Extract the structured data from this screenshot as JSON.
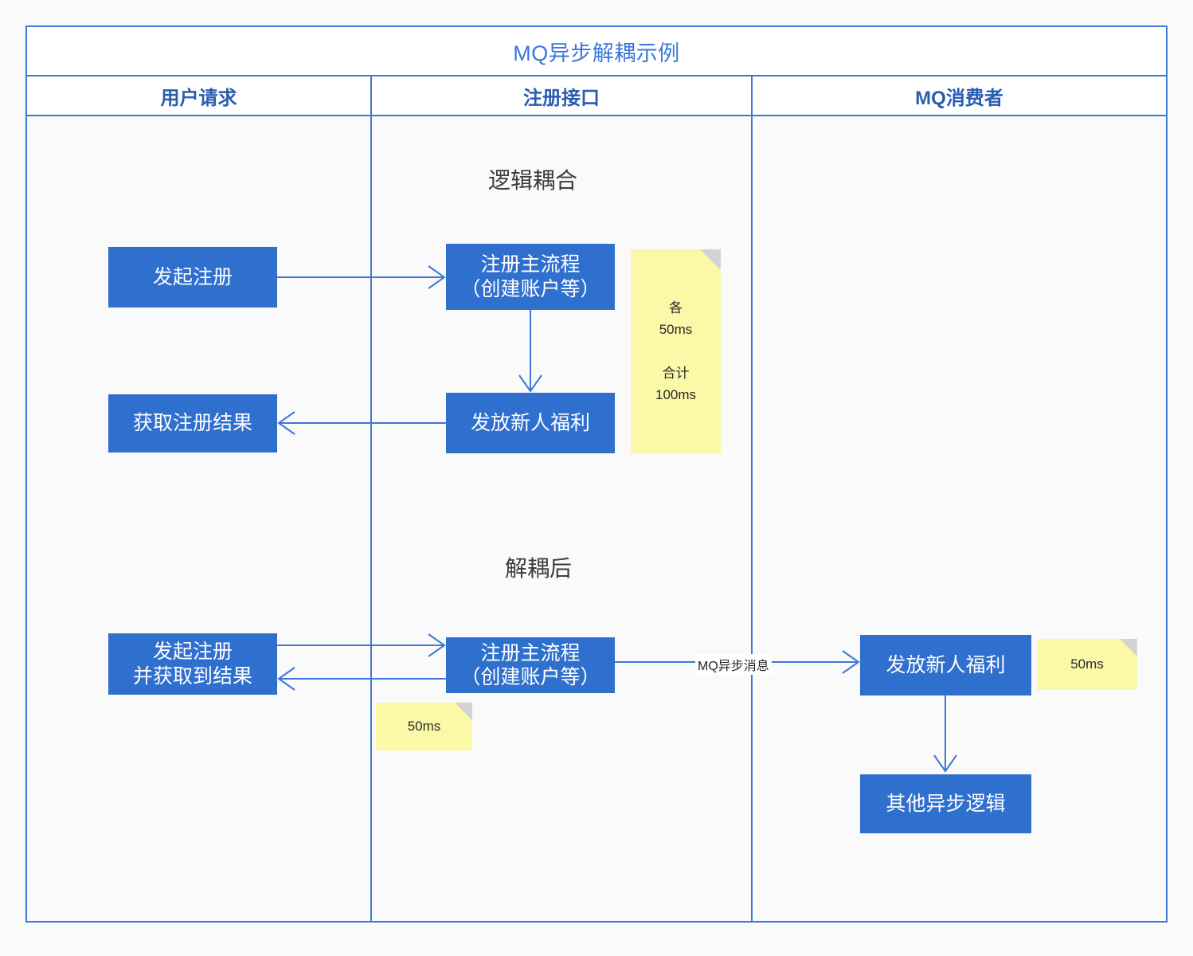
{
  "diagram": {
    "title": "MQ异步解耦示例",
    "lanes": [
      {
        "id": "user",
        "label": "用户请求"
      },
      {
        "id": "api",
        "label": "注册接口"
      },
      {
        "id": "mq",
        "label": "MQ消费者"
      }
    ],
    "sections": [
      {
        "id": "coupled",
        "label": "逻辑耦合"
      },
      {
        "id": "decoupled",
        "label": "解耦后"
      }
    ],
    "nodes": [
      {
        "id": "n1",
        "lane": "user",
        "section": "coupled",
        "label": "发起注册"
      },
      {
        "id": "n2",
        "lane": "api",
        "section": "coupled",
        "label": "注册主流程\n（创建账户等）"
      },
      {
        "id": "n3",
        "lane": "api",
        "section": "coupled",
        "label": "发放新人福利"
      },
      {
        "id": "n4",
        "lane": "user",
        "section": "coupled",
        "label": "获取注册结果"
      },
      {
        "id": "n5",
        "lane": "user",
        "section": "decoupled",
        "label": "发起注册\n并获取到结果"
      },
      {
        "id": "n6",
        "lane": "api",
        "section": "decoupled",
        "label": "注册主流程\n（创建账户等）"
      },
      {
        "id": "n7",
        "lane": "mq",
        "section": "decoupled",
        "label": "发放新人福利"
      },
      {
        "id": "n8",
        "lane": "mq",
        "section": "decoupled",
        "label": "其他异步逻辑"
      }
    ],
    "edges": [
      {
        "id": "e1",
        "from": "n1",
        "to": "n2",
        "label": ""
      },
      {
        "id": "e2",
        "from": "n2",
        "to": "n3",
        "label": ""
      },
      {
        "id": "e3",
        "from": "n3",
        "to": "n4",
        "label": ""
      },
      {
        "id": "e4",
        "from": "n5",
        "to": "n6",
        "label": ""
      },
      {
        "id": "e5",
        "from": "n6",
        "to": "n5",
        "label": ""
      },
      {
        "id": "e6",
        "from": "n6",
        "to": "n7",
        "label": "MQ异步消息"
      },
      {
        "id": "e7",
        "from": "n7",
        "to": "n8",
        "label": ""
      }
    ],
    "notes": [
      {
        "id": "note1",
        "text": "各\n50ms\n\n合计\n100ms",
        "attached_to": "coupled"
      },
      {
        "id": "note2",
        "text": "50ms",
        "attached_to": "n6"
      },
      {
        "id": "note3",
        "text": "50ms",
        "attached_to": "n7"
      }
    ],
    "colors": {
      "node_fill": "#2f6fce",
      "node_text": "#ffffff",
      "lane_border": "#3b78d8",
      "title_text": "#3b78d8",
      "lane_header_text": "#2a5db0",
      "connector": "#3b78d8",
      "note_fill": "#fbf8a8",
      "note_fold": "#d3d3d3",
      "canvas": "#fafafa",
      "section_label_text": "#3c3c3c"
    }
  }
}
